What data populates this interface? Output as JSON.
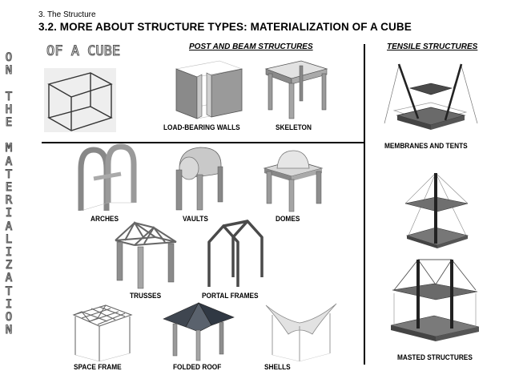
{
  "header": {
    "chapter": "3.   The Structure",
    "title": "3.2. MORE ABOUT STRUCTURE TYPES: MATERIALIZATION OF A CUBE"
  },
  "side": {
    "letters": [
      "O",
      "N",
      "",
      "T",
      "H",
      "E",
      "",
      "M",
      "A",
      "T",
      "E",
      "R",
      "I",
      "A",
      "L",
      "I",
      "Z",
      "A",
      "T",
      "I",
      "O",
      "N"
    ],
    "cube_title": "OF A CUBE"
  },
  "sections": {
    "post_beam": "POST AND BEAM STRUCTURES",
    "tensile": "TENSILE STRUCTURES"
  },
  "labels": {
    "walls": "LOAD-BEARING WALLS",
    "skeleton": "SKELETON",
    "membranes": "MEMBRANES AND TENTS",
    "arches": "ARCHES",
    "vaults": "VAULTS",
    "domes": "DOMES",
    "trusses": "TRUSSES",
    "portal": "PORTAL FRAMES",
    "masted": "MASTED STRUCTURES",
    "space_frame": "SPACE FRAME",
    "folded_roof": "FOLDED ROOF",
    "shells": "SHELLS"
  }
}
